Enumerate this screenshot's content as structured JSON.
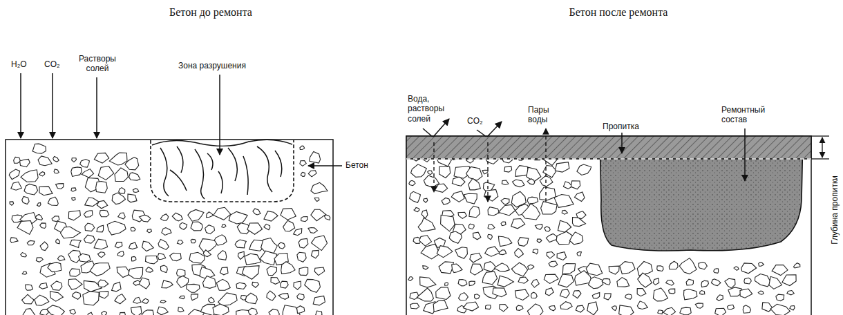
{
  "diagram": {
    "labels": [
      "Бетон до ремонта",
      "Бетон после ремонта",
      "H₂O",
      "CO₂",
      "Растворы солей",
      "Зона разрушения",
      "Бетон",
      "Вода, растворы солей",
      "CO₂",
      "Пары воды",
      "Пропитка",
      "Ремонтный состав",
      "Глубина пропитки"
    ]
  }
}
